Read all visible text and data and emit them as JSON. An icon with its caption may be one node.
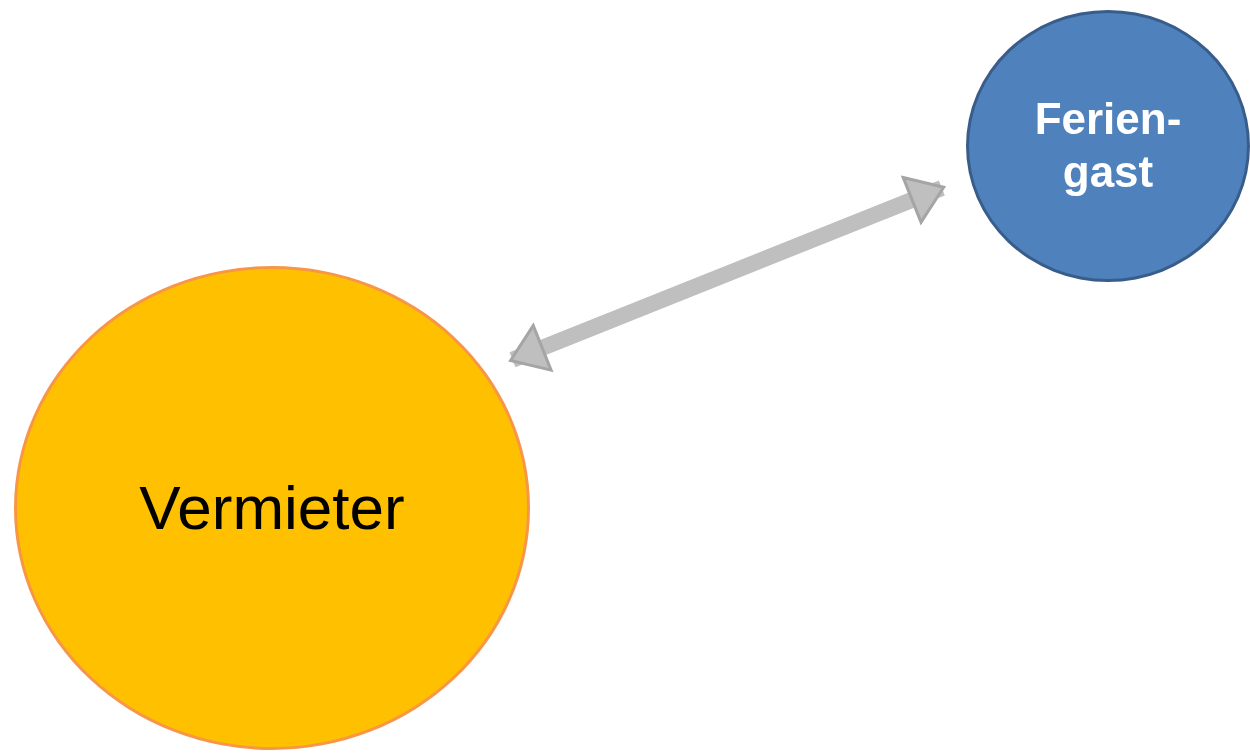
{
  "diagram": {
    "nodes": [
      {
        "text": [
          "Ferien- gast"
        ]
      },
      {
        "text": [
          "Vermieter"
        ]
      }
    ],
    "edges": [
      {
        "from": 1,
        "to": 0,
        "arrow": "both"
      }
    ]
  }
}
